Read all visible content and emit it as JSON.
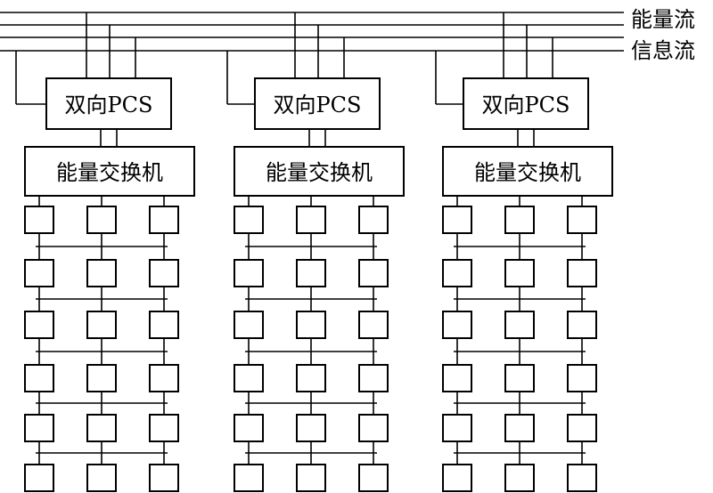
{
  "legend": {
    "energy_flow": "能量流",
    "info_flow": "信息流"
  },
  "units": [
    {
      "pcs_label": "双向PCS",
      "switch_label": "能量交换机"
    },
    {
      "pcs_label": "双向PCS",
      "switch_label": "能量交换机"
    },
    {
      "pcs_label": "双向PCS",
      "switch_label": "能量交换机"
    }
  ],
  "grid": {
    "rows": 6,
    "cols": 3
  }
}
